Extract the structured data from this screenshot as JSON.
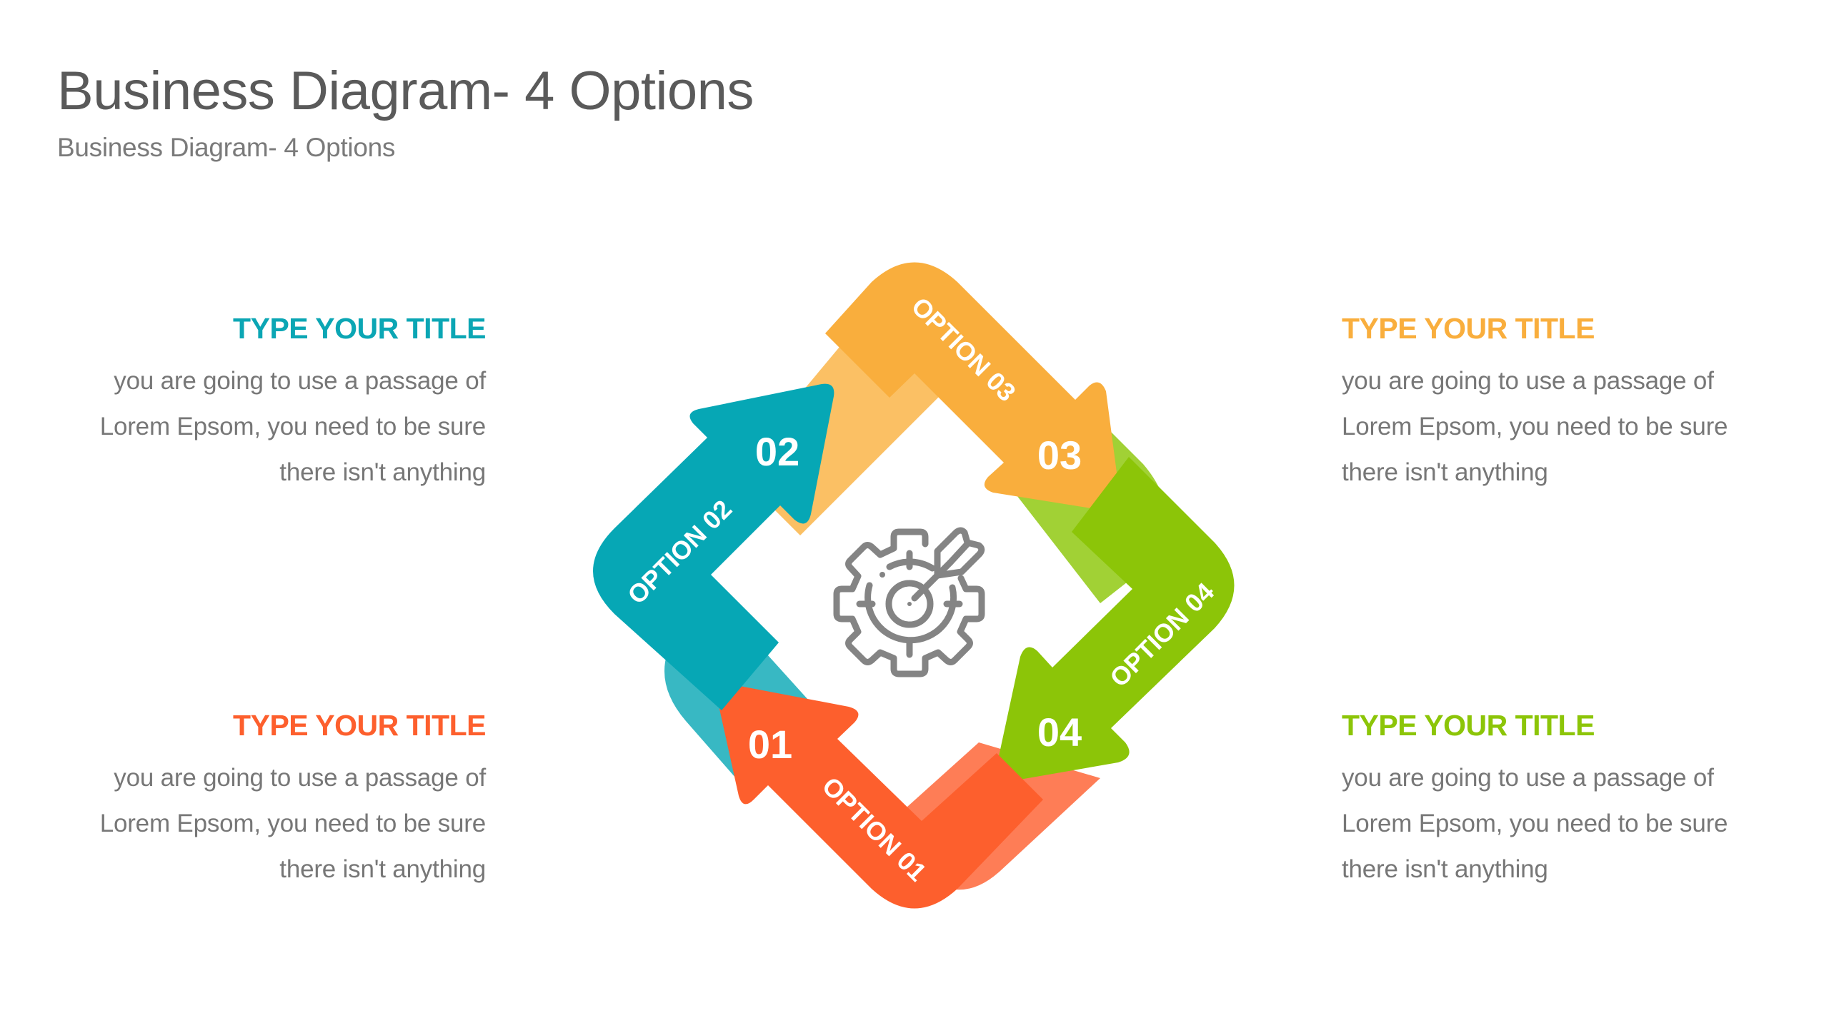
{
  "header": {
    "title": "Business Diagram- 4 Options",
    "subtitle": "Business Diagram- 4 Options"
  },
  "colors": {
    "option1": "#FD5F2D",
    "option1_light": "#FE7D56",
    "option2": "#06A7B5",
    "option2_light": "#38B8C3",
    "option3": "#F9AE3D",
    "option3_light": "#FBC064",
    "option4": "#8CC508",
    "option4_light": "#A1D135",
    "icon": "#848484"
  },
  "blocks": [
    {
      "position": "top-left",
      "title": "TYPE YOUR TITLE",
      "color": "#0BA6B4",
      "lines": [
        "you are going to use a passage of",
        "Lorem Epsom, you need to be sure",
        "there isn't anything"
      ]
    },
    {
      "position": "bottom-left",
      "title": "TYPE YOUR TITLE",
      "color": "#FD5F2D",
      "lines": [
        "you are going to use a passage of",
        "Lorem Epsom, you need to be sure",
        "there isn't anything"
      ]
    },
    {
      "position": "top-right",
      "title": "TYPE YOUR TITLE",
      "color": "#F9AE3D",
      "lines": [
        "you are going to use a passage of",
        "Lorem Epsom, you need to be sure",
        "there isn't anything"
      ]
    },
    {
      "position": "bottom-right",
      "title": "TYPE YOUR TITLE",
      "color": "#8CC508",
      "lines": [
        "you are going to use a passage of",
        "Lorem Epsom, you need to be sure",
        "there isn't anything"
      ]
    }
  ],
  "diagram": {
    "center_icon": "gear-target-arrow-icon",
    "options": [
      {
        "number": "01",
        "label": "OPTION 01"
      },
      {
        "number": "02",
        "label": "OPTION 02"
      },
      {
        "number": "03",
        "label": "OPTION 03"
      },
      {
        "number": "04",
        "label": "OPTION 04"
      }
    ]
  }
}
